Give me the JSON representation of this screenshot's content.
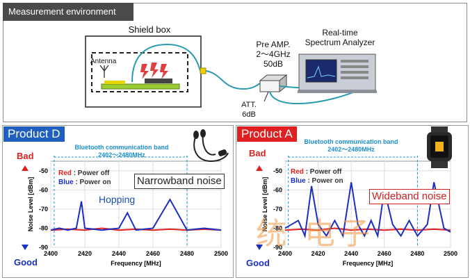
{
  "environment": {
    "title": "Measurement environment",
    "shield_box": "Shield box",
    "antenna": "Antenna",
    "pre_amp": [
      "Pre AMP.",
      "2～4GHz",
      "50dB"
    ],
    "analyzer": [
      "Real-time",
      "Spectrum Analyzer"
    ],
    "att": [
      "ATT.",
      "6dB"
    ]
  },
  "products": [
    {
      "name": "Product D",
      "tab_color": "#1f5fbf",
      "band_label": [
        "Bluetooth communication band",
        "2402～2480MHz"
      ],
      "callout": "Narrowband noise",
      "note": "Hopping",
      "watermark": "",
      "chart_data": {
        "type": "line",
        "xlabel": "Frequency [MHz]",
        "ylabel": "Noise Level [dBm]",
        "x_ticks": [
          "2400",
          "2420",
          "2440",
          "2460",
          "2480",
          "2500"
        ],
        "y_ticks": [
          "-50",
          "-60",
          "-70",
          "-80",
          "-90"
        ],
        "xlim": [
          2400,
          2500
        ],
        "ylim": [
          -90,
          -45
        ],
        "bad_label": "Bad",
        "good_label": "Good",
        "series": [
          {
            "name": "Power off",
            "legend_key": "Red",
            "legend_text": ": Power off",
            "color": "#e02020",
            "x": [
              2400,
              2410,
              2420,
              2430,
              2440,
              2450,
              2460,
              2470,
              2480,
              2490,
              2500
            ],
            "y": [
              -81,
              -80.5,
              -81,
              -80,
              -81,
              -80.5,
              -81,
              -80.5,
              -81,
              -80.5,
              -81
            ]
          },
          {
            "name": "Power on",
            "legend_key": "Blue",
            "legend_text": ": Power on",
            "color": "#1a2fc0",
            "x": [
              2400,
              2405,
              2410,
              2415,
              2418,
              2420,
              2430,
              2440,
              2445,
              2450,
              2460,
              2470,
              2480,
              2490,
              2500
            ],
            "y": [
              -81,
              -80,
              -81,
              -80,
              -66,
              -80,
              -81,
              -80,
              -72,
              -81,
              -80,
              -65,
              -81,
              -80,
              -81
            ]
          }
        ]
      }
    },
    {
      "name": "Product A",
      "tab_color": "#e02020",
      "band_label": [
        "Bluetooth communication band",
        "2402～2480MHz"
      ],
      "callout": "Wideband noise",
      "note": "",
      "watermark": "统  电子",
      "chart_data": {
        "type": "line",
        "xlabel": "Frequency [MHz]",
        "ylabel": "Noise Level [dBm]",
        "x_ticks": [
          "2400",
          "2420",
          "2440",
          "2460",
          "2480",
          "2500"
        ],
        "y_ticks": [
          "-50",
          "-60",
          "-70",
          "-80",
          "-90"
        ],
        "xlim": [
          2400,
          2500
        ],
        "ylim": [
          -90,
          -45
        ],
        "bad_label": "Bad",
        "good_label": "Good",
        "series": [
          {
            "name": "Power off",
            "legend_key": "Red",
            "legend_text": ": Power off",
            "color": "#e02020",
            "x": [
              2400,
              2410,
              2420,
              2430,
              2440,
              2450,
              2460,
              2470,
              2480,
              2490,
              2500
            ],
            "y": [
              -81,
              -80.5,
              -81,
              -80,
              -81,
              -80.5,
              -81,
              -80.5,
              -81,
              -80.5,
              -81
            ]
          },
          {
            "name": "Power on",
            "legend_key": "Blue",
            "legend_text": ": Power on",
            "color": "#1a2fc0",
            "x": [
              2400,
              2408,
              2412,
              2416,
              2420,
              2425,
              2430,
              2435,
              2440,
              2444,
              2448,
              2452,
              2456,
              2460,
              2465,
              2470,
              2475,
              2480,
              2486,
              2490,
              2496,
              2500
            ],
            "y": [
              -80,
              -76,
              -84,
              -58,
              -78,
              -84,
              -76,
              -84,
              -56,
              -78,
              -84,
              -76,
              -84,
              -60,
              -78,
              -84,
              -76,
              -84,
              -78,
              -56,
              -80,
              -82
            ]
          }
        ]
      }
    }
  ]
}
